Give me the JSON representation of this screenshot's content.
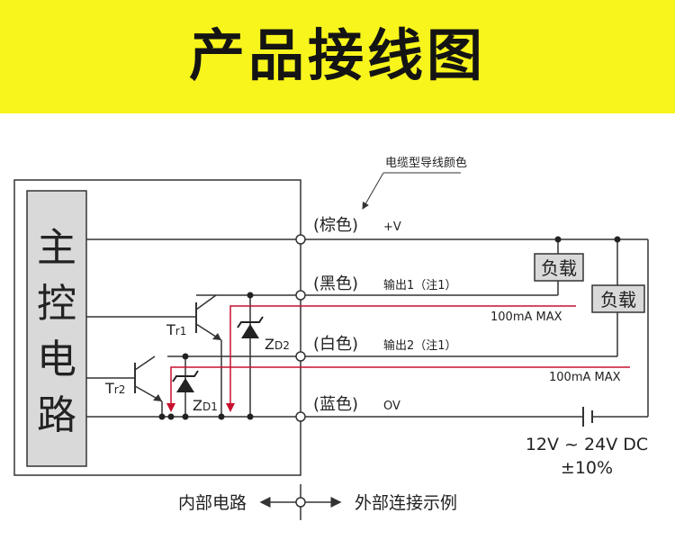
{
  "title": "产品接线图",
  "cable_color_note": "电缆型导线颜色",
  "main_circuit": [
    "主",
    "控",
    "电",
    "路"
  ],
  "wires": [
    {
      "color": "(棕色)",
      "label": "+V"
    },
    {
      "color": "(黑色)",
      "label": "输出1（注1）"
    },
    {
      "color": "(白色)",
      "label": "输出2（注1）"
    },
    {
      "color": "(蓝色)",
      "label": "OV"
    }
  ],
  "load_labels": [
    "负载",
    "负载"
  ],
  "current_max": [
    "100mA MAX",
    "100mA MAX"
  ],
  "transistors": {
    "tr1": {
      "main": "T",
      "sub": "r1"
    },
    "tr2": {
      "main": "T",
      "sub": "r2"
    }
  },
  "zeners": {
    "zd1": {
      "main": "Z",
      "sub": "D1"
    },
    "zd2": {
      "main": "Z",
      "sub": "D2"
    }
  },
  "supply": [
    "12V ~ 24V DC",
    "±10%"
  ],
  "internal_label": "内部电路",
  "external_label": "外部连接示例",
  "colors": {
    "banner": "#f8f51c",
    "current_path": "#c8102e",
    "line": "#333333",
    "box_fill": "#d9d9d9"
  }
}
